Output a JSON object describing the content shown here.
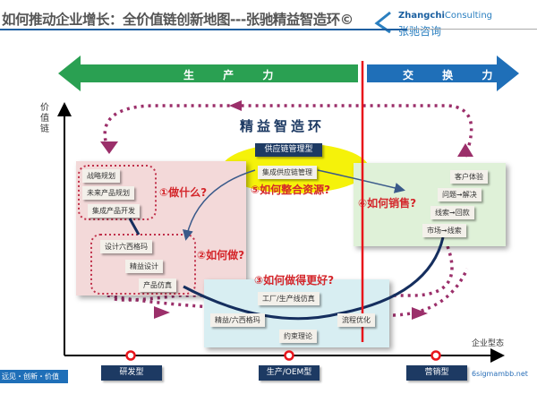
{
  "header": {
    "title": "如何推动企业增长：全价值链创新地图---张驰精益智造环©",
    "logo_en_bold": "Zhangchi",
    "logo_en": "Consulting",
    "logo_cn": "张驰咨询"
  },
  "arrows": {
    "production": "生 产 力",
    "exchange": "交 换 力"
  },
  "axes": {
    "y_label": "价值链",
    "x_label": "企业型态"
  },
  "ring_title": "精益智造环",
  "supply": {
    "badge": "供应链管理型",
    "item": "集成供应链管理",
    "question": "⑤如何整合资源?"
  },
  "rd": {
    "items": [
      "战略规划",
      "未来产品规划",
      "集成产品开发",
      "设计六西格玛",
      "精益设计",
      "产品仿真"
    ],
    "q1": "①做什么?",
    "q2": "②如何做?"
  },
  "sales": {
    "items": [
      "客户体验",
      "问题➞解决",
      "线索➞回款",
      "市场➞线索"
    ],
    "question": "④如何销售?"
  },
  "production": {
    "items": [
      "工厂/生产线仿真",
      "精益/六西格玛",
      "流程优化",
      "约束理论"
    ],
    "question": "③如何做得更好?"
  },
  "x_categories": [
    "研发型",
    "生产/OEM型",
    "营销型"
  ],
  "footer": {
    "slogan": "远见・创新・价值",
    "site": "6sigmambb.net"
  },
  "colors": {
    "green": "#2aa052",
    "blue": "#1f6fb8",
    "navy": "#1d3a63",
    "red": "#e8141b",
    "magenta": "#9b2f6a"
  }
}
